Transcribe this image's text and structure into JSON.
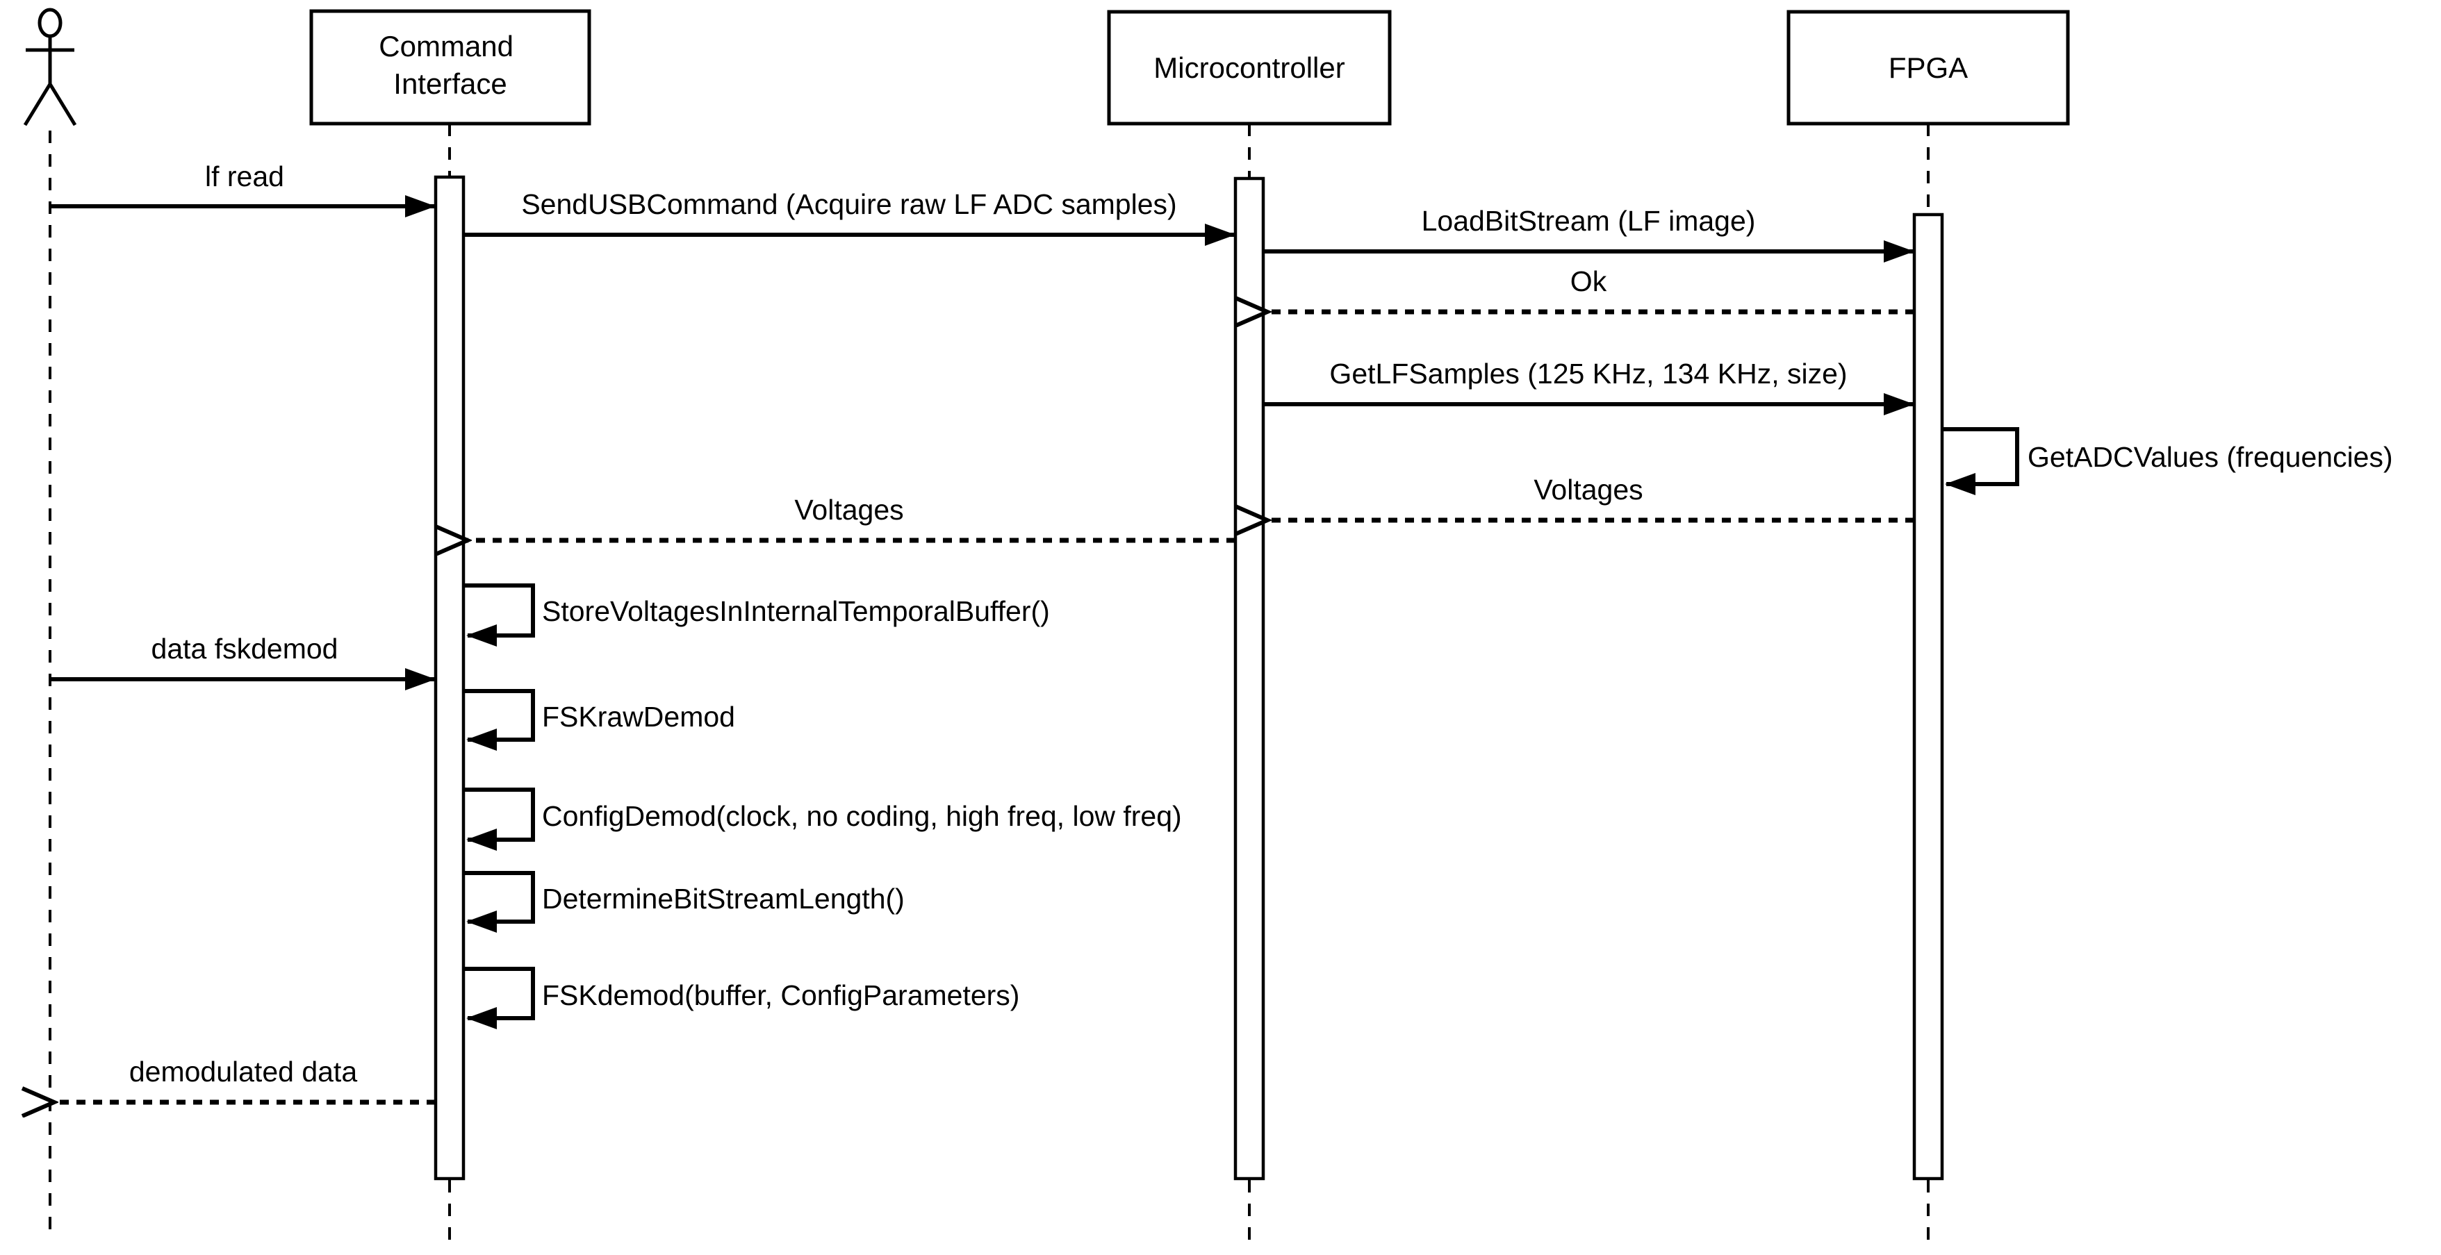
{
  "diagram": {
    "type": "uml-sequence-diagram",
    "background_color": "#ffffff",
    "line_color": "#000000",
    "participants": [
      {
        "id": "user",
        "kind": "actor"
      },
      {
        "id": "command-interface",
        "kind": "object",
        "name_lines": [
          "Command",
          "Interface"
        ]
      },
      {
        "id": "microcontroller",
        "kind": "object",
        "name_lines": [
          "Microcontroller"
        ]
      },
      {
        "id": "fpga",
        "kind": "object",
        "name_lines": [
          "FPGA"
        ]
      }
    ],
    "messages": [
      {
        "from": "user",
        "to": "command-interface",
        "label": "lf read",
        "style": "solid-call"
      },
      {
        "from": "command-interface",
        "to": "microcontroller",
        "label": "SendUSBCommand (Acquire raw LF ADC samples)",
        "style": "solid-call"
      },
      {
        "from": "microcontroller",
        "to": "fpga",
        "label": "LoadBitStream (LF image)",
        "style": "solid-call"
      },
      {
        "from": "fpga",
        "to": "microcontroller",
        "label": "Ok",
        "style": "dashed-return"
      },
      {
        "from": "microcontroller",
        "to": "fpga",
        "label": "GetLFSamples (125 KHz, 134 KHz, size)",
        "style": "solid-call"
      },
      {
        "from": "fpga",
        "to": "fpga",
        "label": "GetADCValues (frequencies)",
        "style": "self-call"
      },
      {
        "from": "fpga",
        "to": "microcontroller",
        "label": "Voltages",
        "style": "dashed-return"
      },
      {
        "from": "microcontroller",
        "to": "command-interface",
        "label": "Voltages",
        "style": "dashed-return"
      },
      {
        "from": "command-interface",
        "to": "command-interface",
        "label": "StoreVoltagesInInternalTemporalBuffer()",
        "style": "self-call"
      },
      {
        "from": "user",
        "to": "command-interface",
        "label": "data fskdemod",
        "style": "solid-call"
      },
      {
        "from": "command-interface",
        "to": "command-interface",
        "label": "FSKrawDemod",
        "style": "self-call"
      },
      {
        "from": "command-interface",
        "to": "command-interface",
        "label": "ConfigDemod(clock, no coding, high freq, low freq)",
        "style": "self-call"
      },
      {
        "from": "command-interface",
        "to": "command-interface",
        "label": "DetermineBitStreamLength()",
        "style": "self-call"
      },
      {
        "from": "command-interface",
        "to": "command-interface",
        "label": "FSKdemod(buffer, ConfigParameters)",
        "style": "self-call"
      },
      {
        "from": "command-interface",
        "to": "user",
        "label": "demodulated data",
        "style": "dashed-return"
      }
    ]
  }
}
